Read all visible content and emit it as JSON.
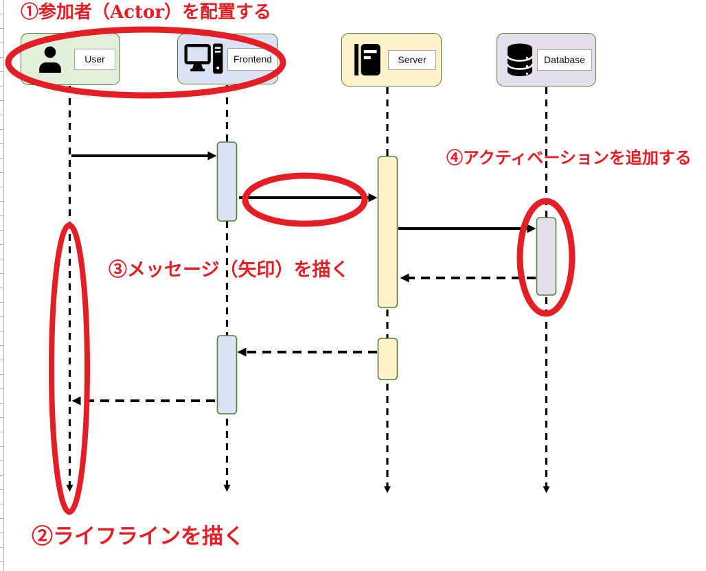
{
  "annotations": {
    "step1": "①参加者（Actor）を配置する",
    "step2": "②ライフラインを描く",
    "step3": "③メッセージ（矢印）を描く",
    "step4": "④アクティベーションを追加する"
  },
  "participants": [
    {
      "name": "User",
      "icon": "person-icon",
      "fill": "#e2efda"
    },
    {
      "name": "Frontend",
      "icon": "desktop-computer-icon",
      "fill": "#dae3f3"
    },
    {
      "name": "Server",
      "icon": "server-icon",
      "fill": "#fff2cc"
    },
    {
      "name": "Database",
      "icon": "database-cylinder-icon",
      "fill": "#e5dfec"
    }
  ],
  "colors": {
    "annotation_red": "#e31e25",
    "highlight_ellipse_red": "#e31e25",
    "box_border_green": "#538135",
    "label_border_gray": "#a6a6a6",
    "lifeline_black": "#000000",
    "gridline_gray": "#b3b3b3"
  },
  "diagram": {
    "type": "uml-sequence",
    "messages": [
      {
        "from": "User",
        "to": "Frontend",
        "line": "solid",
        "circled": false
      },
      {
        "from": "Frontend",
        "to": "Server",
        "line": "solid",
        "circled": true
      },
      {
        "from": "Server",
        "to": "Database",
        "line": "solid",
        "circled": false
      },
      {
        "from": "Database",
        "to": "Server",
        "line": "dashed",
        "circled": false
      },
      {
        "from": "Server",
        "to": "Frontend",
        "line": "dashed",
        "circled": false
      },
      {
        "from": "Frontend",
        "to": "User",
        "line": "dashed",
        "circled": false
      }
    ],
    "activations": [
      "Frontend",
      "Server",
      "Database",
      "Frontend",
      "Server"
    ],
    "highlighted_parts": [
      "participant-boxes-user-frontend",
      "lifeline-user",
      "message-frontend-to-server",
      "activation-database"
    ]
  }
}
